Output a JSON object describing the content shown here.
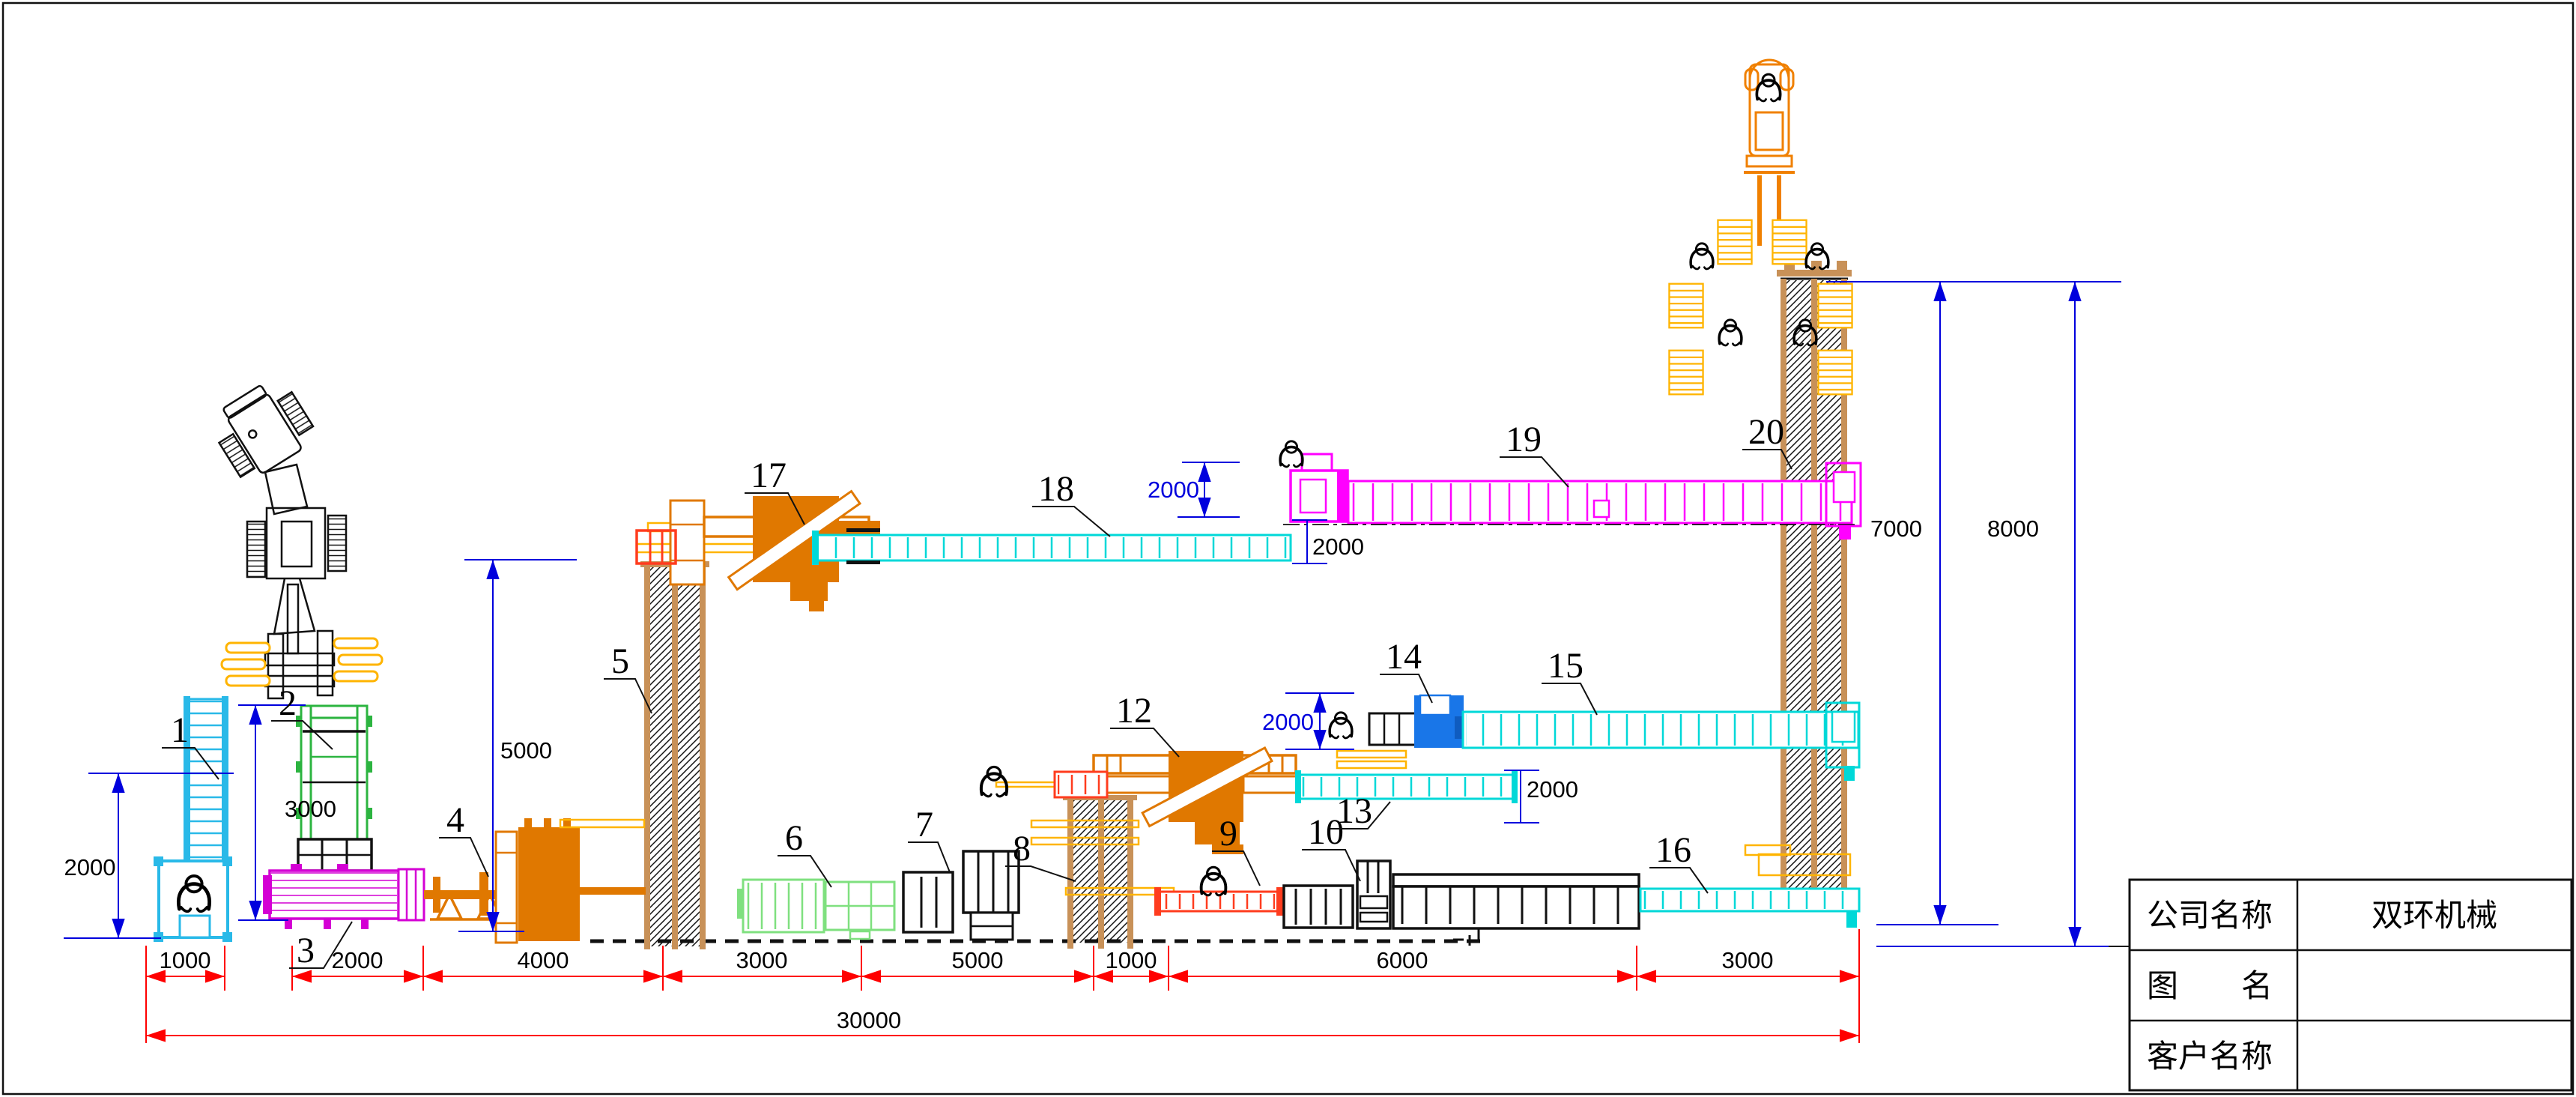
{
  "drawing": {
    "kind": "factory-layout-cad-drawing",
    "company_name": "双环机械"
  },
  "title_block": {
    "rows": [
      {
        "label": "公司名称",
        "value": "双环机械"
      },
      {
        "label": "图　　名",
        "value": ""
      },
      {
        "label": "客户名称",
        "value": ""
      }
    ]
  },
  "part_labels": [
    "1",
    "2",
    "3",
    "4",
    "5",
    "6",
    "7",
    "8",
    "9",
    "10",
    "12",
    "13",
    "14",
    "15",
    "16",
    "17",
    "18",
    "19",
    "20"
  ],
  "dimensions": {
    "bottom_chain": [
      "1000",
      "2000",
      "4000",
      "3000",
      "5000",
      "1000",
      "6000",
      "3000"
    ],
    "overall": "30000",
    "left_vertical": [
      "2000",
      "3000",
      "5000"
    ],
    "right_vertical": [
      "7000",
      "8000"
    ],
    "inner": [
      "2000",
      "2000",
      "2000",
      "2000"
    ]
  },
  "colors": {
    "dim_red": "#ff0000",
    "dim_blue": "#0000dd",
    "cyan_conveyor": "#00d8d8",
    "item1_cyan": "#29b9e8",
    "green_frame": "#2cb440",
    "light_green": "#7fe07f",
    "magenta_machine": "#d400d4",
    "magenta_conveyor": "#ff00ff",
    "orange_machine": "#e07800",
    "red_conveyor": "#ff3c1e",
    "pallet_yellow": "#ffb400",
    "post_tan": "#c89158",
    "royal_blue_machine": "#1976e8"
  },
  "icons": {
    "person": "operator-top-view",
    "forklift": "forklift-top-view",
    "tractor": "tractor-top-view",
    "pallet": "pallet-stack"
  }
}
